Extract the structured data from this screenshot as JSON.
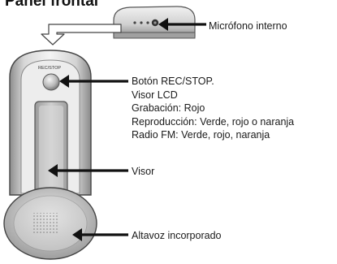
{
  "heading": "Panel frontal",
  "callouts": {
    "microphone": "Micrófono interno",
    "rec_button": {
      "lines": [
        "Botón REC/STOP.",
        "Visor LCD",
        "Grabación: Rojo",
        "Reproducción: Verde, rojo o naranja",
        "Radio FM: Verde, rojo, naranja"
      ]
    },
    "display": "Visor",
    "speaker": "Altavoz incorporado"
  },
  "device": {
    "rec_stop_marking": "REC/STOP"
  }
}
